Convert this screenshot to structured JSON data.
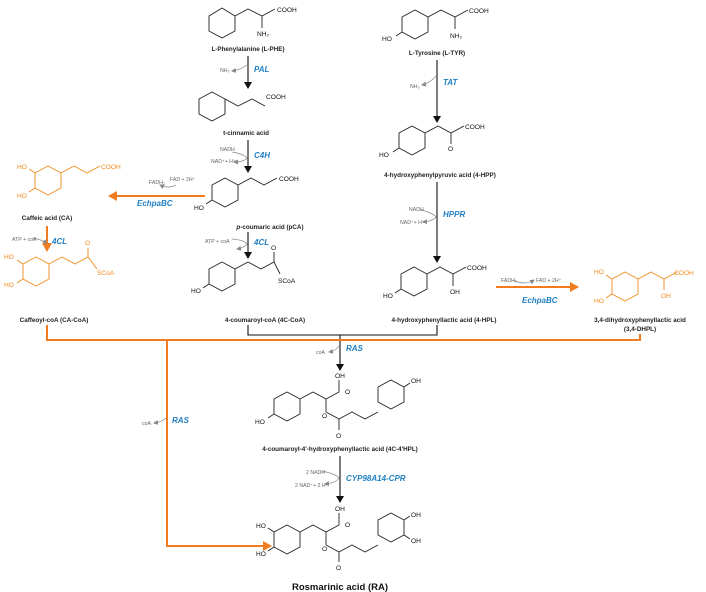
{
  "colors": {
    "black": "#111111",
    "orange": "#f07c1f",
    "enzyme_blue": "#1f7fc2",
    "cofactor_gray": "#666666"
  },
  "compounds": {
    "phe": "L-Phenylalanine (L-PHE)",
    "tyr": "L-Tyrosine (L-TYR)",
    "tca": "t-cinnamic acid",
    "pca_prefix": "p",
    "pca": "-coumaric acid (pCA)",
    "hpp": "4-hydroxyphenylpyruvic acid (4-HPP)",
    "ca": "Caffeic acid (CA)",
    "cacoa": "Caffeoyl-coA (CA-CoA)",
    "c4c": "4-coumaroyl-coA (4C-CoA)",
    "hpl": "4-hydroxyphenyllactic acid (4-HPL)",
    "dhpl": "3,4-dihydroxyphenyllactic acid",
    "dhpl2": "(3,4-DHPL)",
    "c4hpl": "4-coumaroyl-4'-hydroxyphenyllactic acid (4C-4'HPL)",
    "ra": "Rosmarinic acid (RA)"
  },
  "enzymes": {
    "pal": "PAL",
    "tat": "TAT",
    "c4h": "C4H",
    "echpa1": "EchpaBC",
    "cl1": "4CL",
    "cl2": "4CL",
    "hppr": "HPPR",
    "echpa2": "EchpaBC",
    "ras1": "RAS",
    "ras2": "RAS",
    "cyp": "CYP98A14-CPR"
  },
  "cofactors": {
    "nh3a": "NH₃",
    "nh3b": "NH₃",
    "nadh1": "NADH",
    "nadp1": "NAD⁺+ H⁺",
    "fad1": "FAD + 2H⁺",
    "fadh1": "FADH₂",
    "atp1": "ATP + coA",
    "atp2": "ATP + coA",
    "nadh2": "NADH",
    "nadp2": "NAD⁺+ H⁺",
    "fadh2": "FADH₂",
    "fad2": "FAD + 2H⁺",
    "coa1": "coA",
    "coa2": "coA",
    "nadh3": "2 NADH",
    "nadp3": "2 NAD⁺+ 2 H⁺"
  },
  "atoms": {
    "cooh": "COOH",
    "nh2": "NH₂",
    "ho": "HO",
    "oh": "OH",
    "o": "O",
    "scoa": "SCoA"
  }
}
